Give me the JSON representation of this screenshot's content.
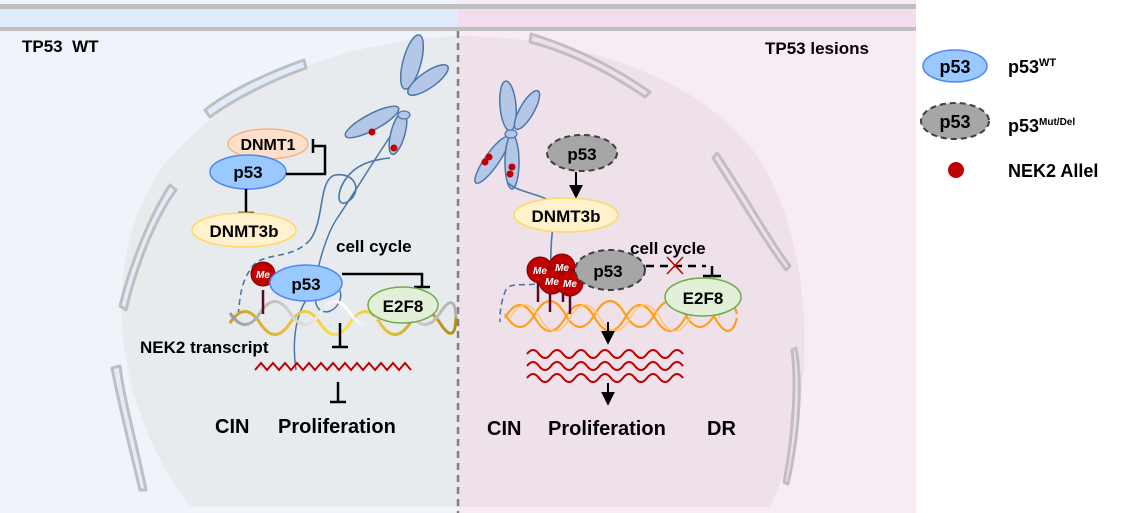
{
  "panels": {
    "left": {
      "title": "TP53  WT",
      "bg": "#eff4fb",
      "bar": "#e0ecfa",
      "cell": "#e8ebee",
      "envelope_fill": "#e0ecfa"
    },
    "right": {
      "title": "TP53 lesions",
      "bg": "#f7ebf5",
      "bar": "#f2dcee",
      "cell": "#eee1ea",
      "envelope_fill": "#f2dcee"
    }
  },
  "left": {
    "dnmt1": "DNMT1",
    "p53_top": "p53",
    "dnmt3b": "DNMT3b",
    "cell_cycle": "cell cycle",
    "me": "Me",
    "p53_dna": "p53",
    "e2f8": "E2F8",
    "nek2_transcript": "NEK2 transcript",
    "outcomes": [
      "CIN",
      "Proliferation"
    ]
  },
  "right": {
    "p53_top": "p53",
    "dnmt3b": "DNMT3b",
    "cell_cycle": "cell cycle",
    "me_labels": [
      "Me",
      "Me",
      "Me",
      "Me"
    ],
    "p53_dna": "p53",
    "e2f8": "E2F8",
    "outcomes": [
      "CIN",
      "Proliferation",
      "DR"
    ]
  },
  "legend": {
    "items": [
      {
        "symbol_text": "p53",
        "label": "p53",
        "sup": "WT"
      },
      {
        "symbol_text": "p53",
        "label": "p53",
        "sup": "Mut/Del"
      },
      {
        "label": "NEK2 Allel"
      }
    ]
  },
  "colors": {
    "p53_wt": "#99c9ff",
    "p53_wt_stroke": "#4f86f0",
    "p53_mut": "#a6a6a6",
    "p53_mut_stroke": "#404040",
    "dnmt1": "#fde0cc",
    "dnmt1_stroke": "#f4b183",
    "dnmt3b": "#fff2cc",
    "dnmt3b_stroke": "#ffd966",
    "e2f8": "#e2f0d9",
    "e2f8_stroke": "#70ad47",
    "methyl": "#c00000",
    "nek2_allele": "#c00000",
    "transcript": "#c00000",
    "chromosome": "#b4c7e7",
    "chromosome_stroke": "#4a78a8",
    "divider": "#808080",
    "rail": "#bfbfbf"
  }
}
